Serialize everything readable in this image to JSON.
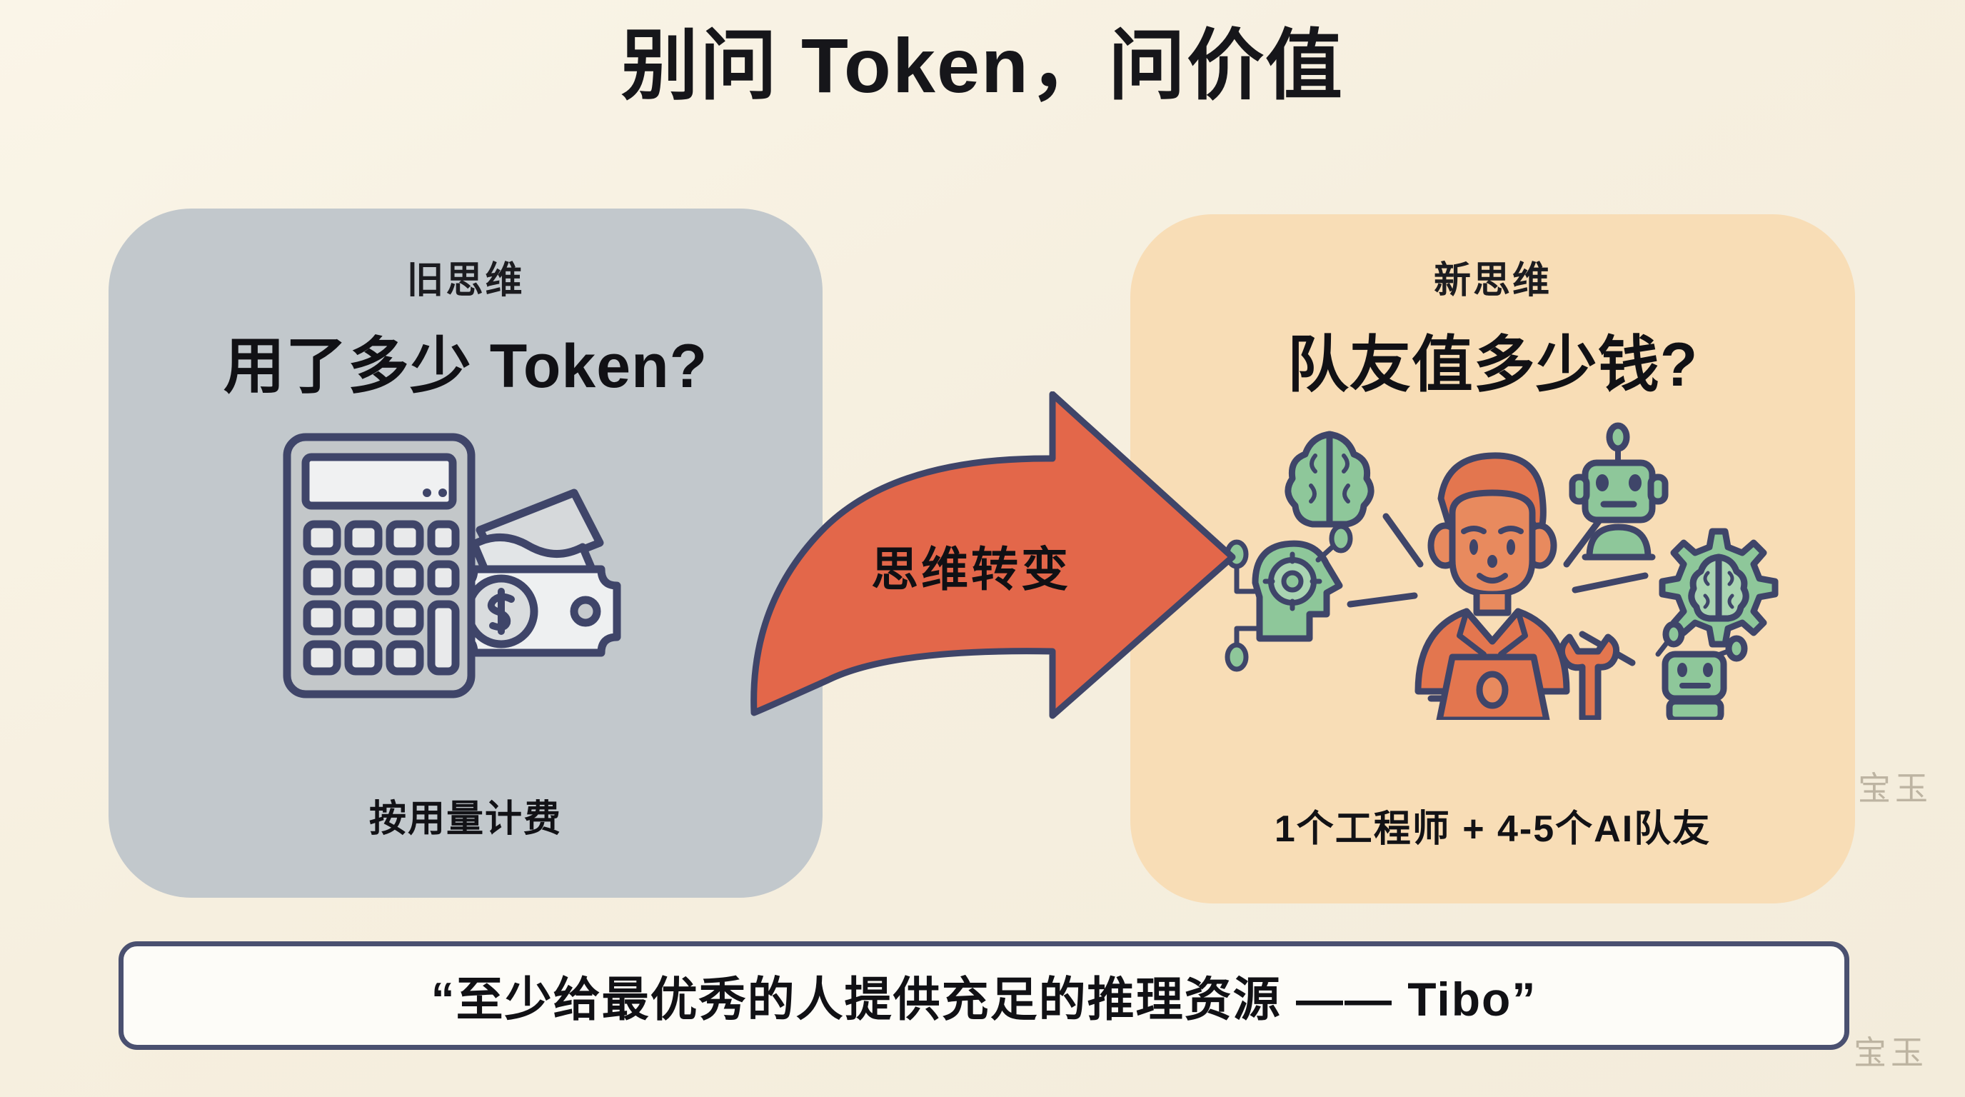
{
  "page": {
    "title": "别问 Token，问价值",
    "background_color": "#f6efdf"
  },
  "panels": {
    "old": {
      "kicker": "旧思维",
      "heading": "用了多少 Token?",
      "footer": "按用量计费",
      "background_color": "#c2c8cc",
      "illustration": "calculator-and-money-icon"
    },
    "new": {
      "kicker": "新思维",
      "heading": "队友值多少钱?",
      "footer": "1个工程师 + 4-5个AI队友",
      "background_color": "#f8ddb6",
      "illustration": "engineer-with-ai-teammates-icon"
    }
  },
  "arrow": {
    "label": "思维转变",
    "fill_color": "#e3674a",
    "stroke_color": "#3f4569",
    "direction": "right"
  },
  "quote": {
    "text": "“至少给最优秀的人提供充足的推理资源 —— Tibo”",
    "border_color": "#4a5070",
    "background_color": "#fdfcf8"
  },
  "watermarks": [
    {
      "text": "宝玉"
    },
    {
      "text": "宝玉"
    }
  ],
  "colors": {
    "ink": "#3f4569",
    "orange": "#e3764f",
    "green": "#8ec79a",
    "cream": "#f6efdf"
  }
}
